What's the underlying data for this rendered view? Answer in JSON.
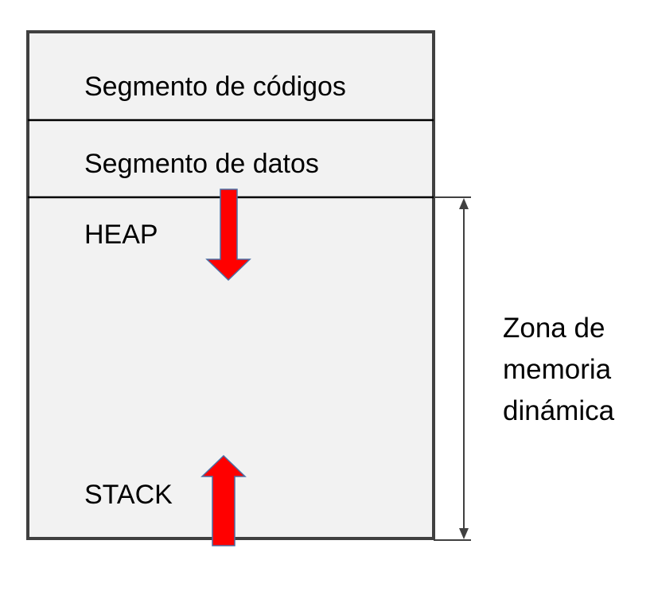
{
  "diagram": {
    "segments": {
      "code": "Segmento de códigos",
      "data": "Segmento de datos",
      "heap": "HEAP",
      "stack": "STACK"
    },
    "zone": {
      "line1": "Zona de",
      "line2": "memoria",
      "line3": "dinámica"
    },
    "colors": {
      "box_fill": "#f2f2f2",
      "box_border": "#404040",
      "arrow_fill": "#ff0000",
      "arrow_stroke": "#4a6fa5",
      "text": "#000000"
    },
    "arrows": {
      "heap_direction": "down",
      "stack_direction": "up"
    }
  }
}
